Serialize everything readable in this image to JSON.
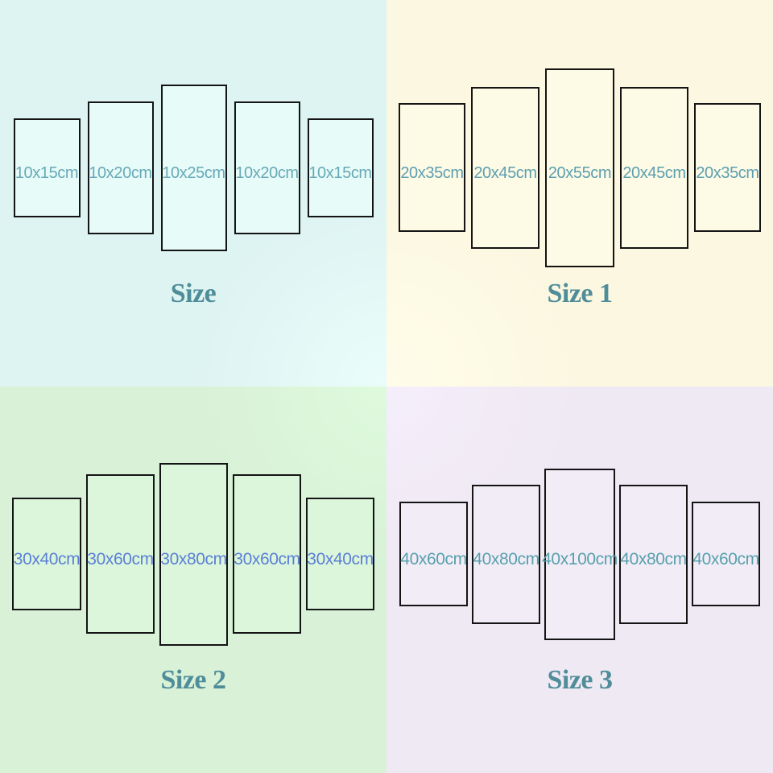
{
  "image": {
    "description": "Canvas wall art 5-panel size chart with four color-coded size options",
    "panel_border_color": "#141414",
    "title_color": "#4f8d99"
  },
  "quadrants": [
    {
      "id": "size",
      "title": "Size",
      "background_color": "#def4f2",
      "label_color": "#68a9b7",
      "panels": [
        {
          "label": "10x15cm"
        },
        {
          "label": "10x20cm"
        },
        {
          "label": "10x25cm"
        },
        {
          "label": "10x20cm"
        },
        {
          "label": "10x15cm"
        }
      ]
    },
    {
      "id": "size-1",
      "title": "Size 1",
      "background_color": "#fbf7e1",
      "label_color": "#5c9fae",
      "panels": [
        {
          "label": "20x35cm"
        },
        {
          "label": "20x45cm"
        },
        {
          "label": "20x55cm"
        },
        {
          "label": "20x45cm"
        },
        {
          "label": "20x35cm"
        }
      ]
    },
    {
      "id": "size-2",
      "title": "Size 2",
      "background_color": "#d8f1d7",
      "label_color": "#5b80d6",
      "panels": [
        {
          "label": "30x40cm"
        },
        {
          "label": "30x60cm"
        },
        {
          "label": "30x80cm"
        },
        {
          "label": "30x60cm"
        },
        {
          "label": "30x40cm"
        }
      ]
    },
    {
      "id": "size-3",
      "title": "Size 3",
      "background_color": "#efe9f3",
      "label_color": "#58a1ac",
      "panels": [
        {
          "label": "40x60cm"
        },
        {
          "label": "40x80cm"
        },
        {
          "label": "40x100cm"
        },
        {
          "label": "40x80cm"
        },
        {
          "label": "40x60cm"
        }
      ]
    }
  ]
}
